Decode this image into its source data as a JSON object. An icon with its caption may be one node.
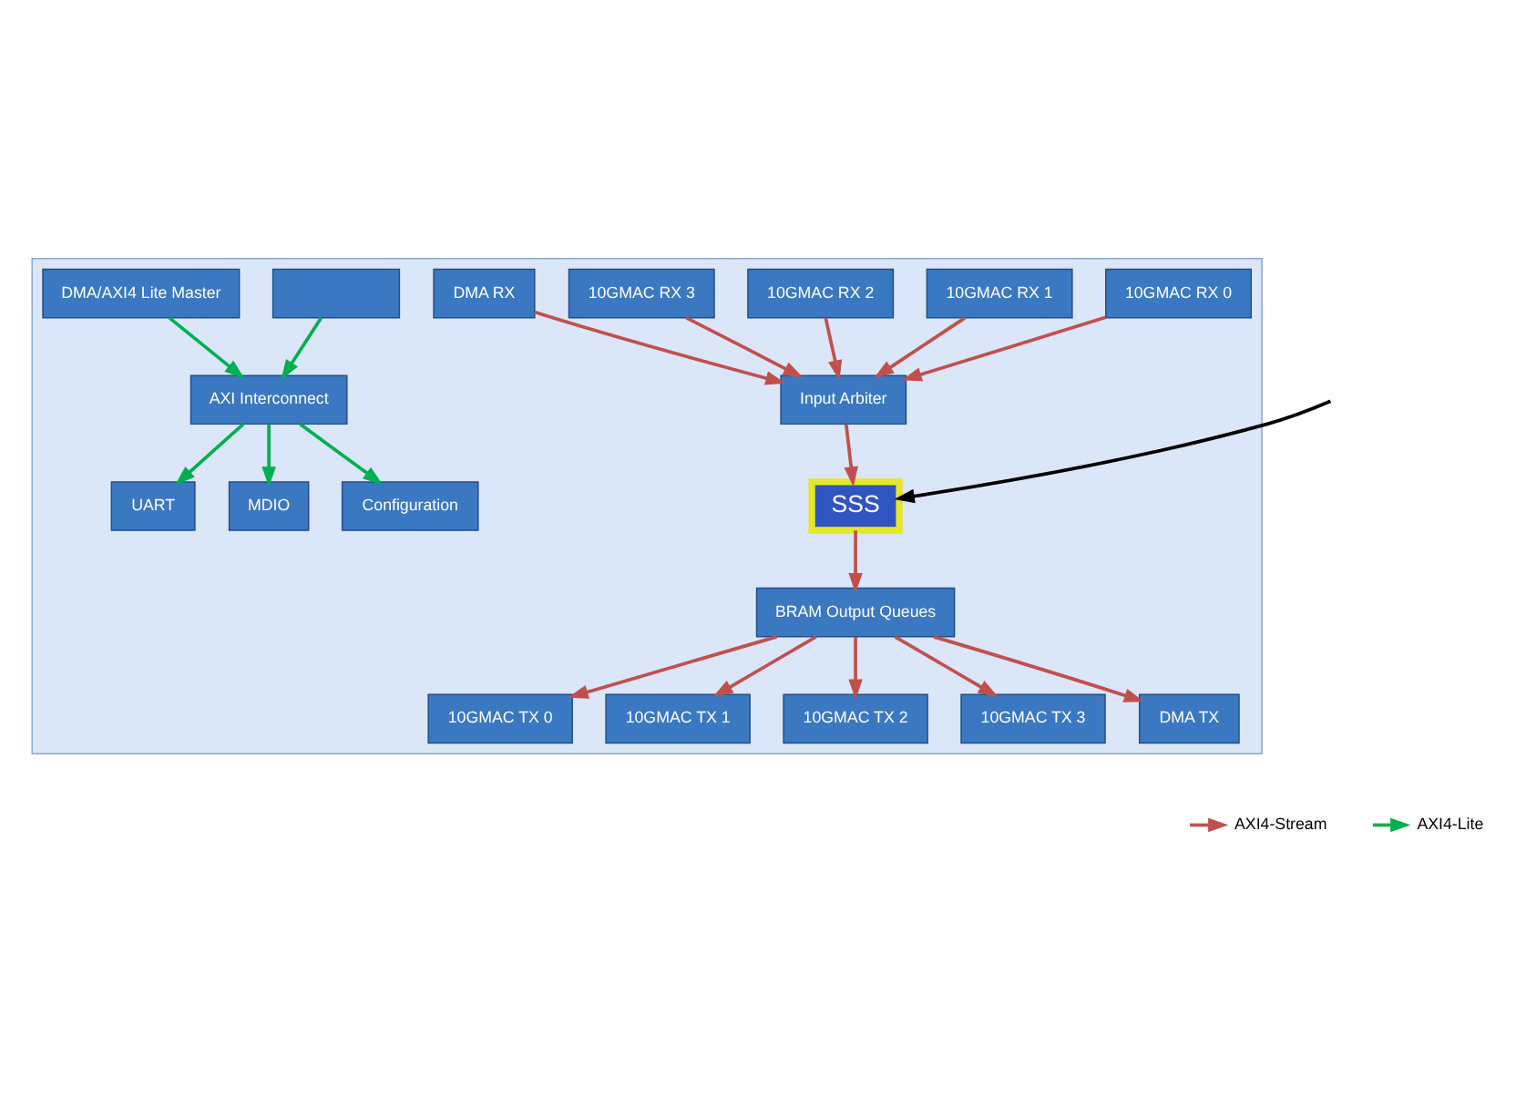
{
  "diagram": {
    "nodes": [
      {
        "text": [],
        "shape": "box"
      },
      {
        "text": [
          "10GMAC RX 0"
        ],
        "in": 0
      },
      {
        "text": [
          "10GMAC RX 1"
        ],
        "in": 0
      },
      {
        "text": [
          "10GMAC RX 2"
        ],
        "in": 0
      },
      {
        "text": [
          "10GMAC RX 3"
        ],
        "in": 0
      },
      {
        "text": [
          "DMA RX"
        ],
        "in": 0
      },
      {
        "text": [
          "Input Arbiter"
        ],
        "in": 0
      },
      {
        "text": [
          "SSS"
        ],
        "in": 0
      },
      {
        "text": [
          "BRAM Output Queues"
        ],
        "in": 0
      },
      {
        "text": [
          "10GMAC TX 0"
        ],
        "in": 0
      },
      {
        "text": [
          "10GMAC TX 1"
        ],
        "in": 0
      },
      {
        "text": [
          "10GMAC TX 2"
        ],
        "in": 0
      },
      {
        "text": [
          "10GMAC TX 3"
        ],
        "in": 0
      },
      {
        "text": [
          "DMA TX"
        ],
        "in": 0
      },
      {
        "text": [],
        "shape": "box",
        "in": 0
      },
      {
        "text": [
          "AXI Interconnect"
        ],
        "in": 0
      },
      {
        "text": [
          "DMA/AXI4 Lite Master"
        ],
        "in": 0
      },
      {
        "text": [
          "UART"
        ],
        "in": 0
      },
      {
        "text": [
          "MDIO"
        ],
        "in": 0
      },
      {
        "text": [
          "Configuration"
        ],
        "in": 0
      }
    ],
    "edges": [
      {
        "from": 1,
        "to": 6,
        "arrow": "to"
      },
      {
        "from": 2,
        "to": 6,
        "arrow": "to"
      },
      {
        "from": 3,
        "to": 6,
        "arrow": "to"
      },
      {
        "from": 4,
        "to": 6,
        "arrow": "to"
      },
      {
        "from": 5,
        "to": 6,
        "arrow": "to"
      },
      {
        "from": 6,
        "to": 7,
        "arrow": "to"
      },
      {
        "from": 7,
        "to": 8,
        "arrow": "to"
      },
      {
        "from": 8,
        "to": 9,
        "arrow": "to"
      },
      {
        "from": 8,
        "to": 10,
        "arrow": "to"
      },
      {
        "from": 8,
        "to": 11,
        "arrow": "to"
      },
      {
        "from": 8,
        "to": 12,
        "arrow": "to"
      },
      {
        "from": 8,
        "to": 13,
        "arrow": "to"
      },
      {
        "from": 14,
        "to": 15,
        "arrow": "to",
        "color": "#00b050"
      },
      {
        "from": 16,
        "to": 15,
        "arrow": "to",
        "color": "#00b050"
      },
      {
        "from": 15,
        "to": 17,
        "arrow": "to",
        "color": "#00b050"
      },
      {
        "from": 15,
        "to": 18,
        "arrow": "to",
        "color": "#00b050"
      },
      {
        "from": 15,
        "to": 19,
        "arrow": "to",
        "color": "#00b050"
      },
      {
        "from": null,
        "to": 7,
        "arrow": "to",
        "color": "#000000"
      }
    ],
    "legend": [
      {
        "text": "AXI4-Stream"
      },
      {
        "text": "AXI4-Lite"
      }
    ]
  }
}
